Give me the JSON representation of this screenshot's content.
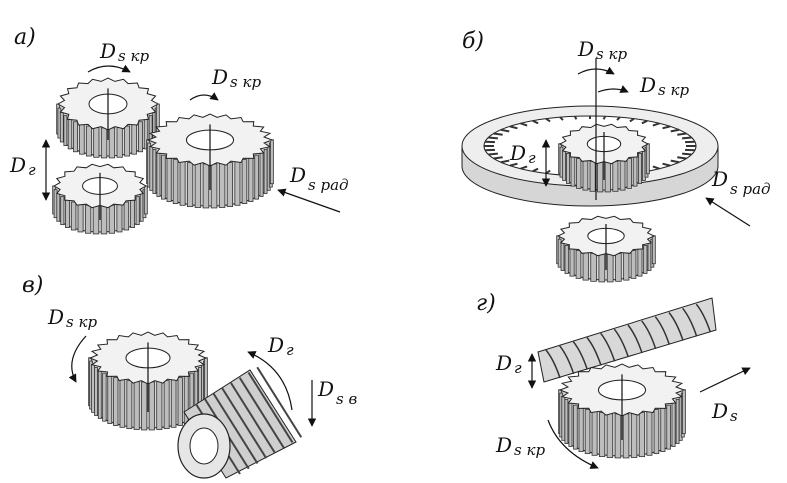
{
  "panels": {
    "a": {
      "letter": "а)",
      "labels": [
        {
          "main": "D",
          "sub": "s кр"
        },
        {
          "main": "D",
          "sub": "s кр"
        },
        {
          "main": "D",
          "sub": "г"
        },
        {
          "main": "D",
          "sub": "s рад"
        }
      ]
    },
    "b": {
      "letter": "б)",
      "labels": [
        {
          "main": "D",
          "sub": "s кр"
        },
        {
          "main": "D",
          "sub": "s кр"
        },
        {
          "main": "D",
          "sub": "г"
        },
        {
          "main": "D",
          "sub": "s рад"
        }
      ]
    },
    "v": {
      "letter": "в)",
      "labels": [
        {
          "main": "D",
          "sub": "s кр"
        },
        {
          "main": "D",
          "sub": "г"
        },
        {
          "main": "D",
          "sub": "s в"
        }
      ]
    },
    "g": {
      "letter": "г)",
      "labels": [
        {
          "main": "D",
          "sub": "г"
        },
        {
          "main": "D",
          "sub": "s"
        },
        {
          "main": "D",
          "sub": "s кр"
        }
      ]
    }
  }
}
